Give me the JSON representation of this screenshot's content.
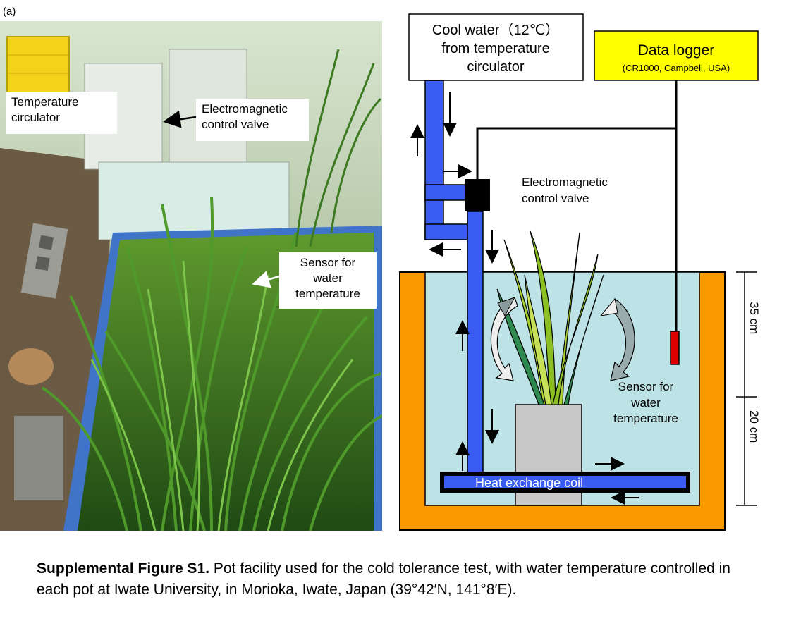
{
  "panel_label": "(a)",
  "photo_labels": {
    "temperature_circulator": "Temperature\ncirculator",
    "valve": "Electromagnetic\ncontrol valve",
    "sensor": "Sensor for\nwater\ntemperature"
  },
  "diagram": {
    "cool_water": "Cool water（12℃）\nfrom temperature\ncirculator",
    "data_logger_title": "Data logger",
    "data_logger_subtitle": "(CR1000, Campbell, USA)",
    "valve_label": "Electromagnetic\ncontrol valve",
    "sensor_label": "Sensor for\nwater\ntemperature",
    "coil_label": "Heat exchange coil",
    "dim_upper": "35 cm",
    "dim_lower": "20 cm"
  },
  "caption": {
    "lead": "Supplemental Figure S1.",
    "body": " Pot facility used for the cold tolerance test, with water temperature controlled in each pot at Iwate University, in Morioka, Iwate, Japan (39°42′N, 141°8′E)."
  },
  "colors": {
    "pipe_blue": "#3a5cf0",
    "tank_orange": "#fa9a00",
    "water": "#bde3e6",
    "logger_yellow": "#ffff00",
    "sensor_red": "#e00000",
    "pot_gray": "#c8c8c8"
  }
}
